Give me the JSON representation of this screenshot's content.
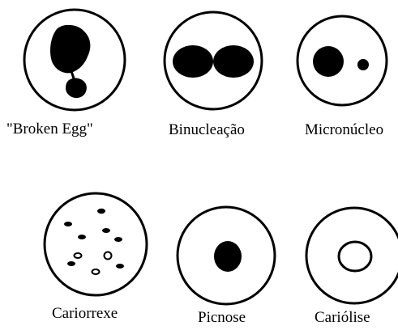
{
  "cells": [
    {
      "id": "broken-egg",
      "label": "\"Broken Egg\""
    },
    {
      "id": "binucleacao",
      "label": "Binucleação"
    },
    {
      "id": "micronucleo",
      "label": "Micronúcleo"
    },
    {
      "id": "cariorrexe",
      "label": "Cariorrexe"
    },
    {
      "id": "picnose",
      "label": "Picnose"
    },
    {
      "id": "cariolise",
      "label": "Cariólise"
    }
  ],
  "colors": {
    "ink": "#000000",
    "background": "#ffffff"
  }
}
